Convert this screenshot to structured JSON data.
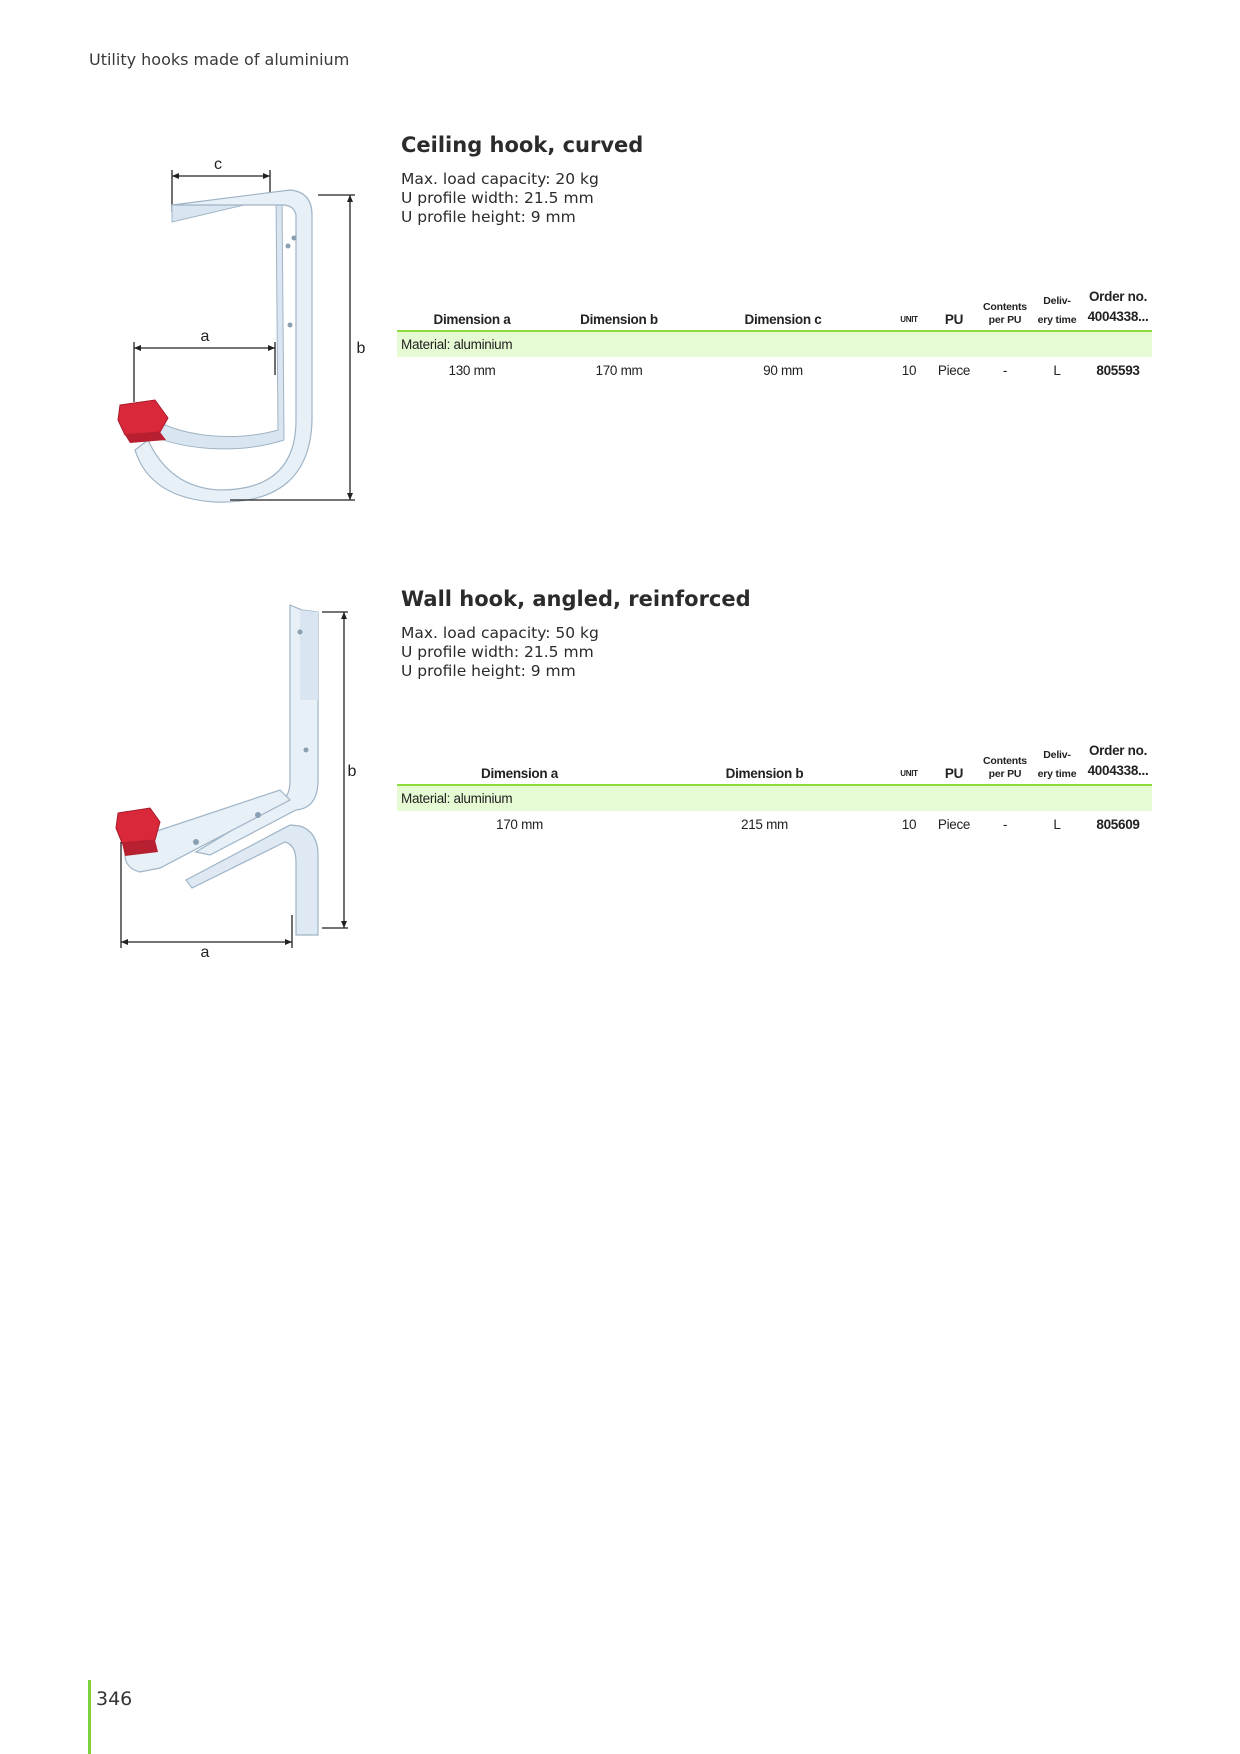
{
  "page": {
    "running_head": "Utility hooks made of aluminium",
    "page_number": "346"
  },
  "products": [
    {
      "title": "Ceiling hook, curved",
      "specs": [
        "Max. load capacity: 20 kg",
        "U profile width: 21.5 mm",
        "U profile height: 9 mm"
      ],
      "figure_labels": {
        "a": "a",
        "b": "b",
        "c": "c"
      },
      "table": {
        "headers": {
          "dim_a": "Dimension a",
          "dim_b": "Dimension b",
          "dim_c": "Dimension c",
          "unit": "UNIT",
          "pu": "PU",
          "contents_1": "Contents",
          "contents_2": "per PU",
          "delivery_1": "Deliv-",
          "delivery_2": "ery time",
          "order_1": "Order no.",
          "order_2": "4004338..."
        },
        "material": "Material: aluminium",
        "row": {
          "dim_a": "130 mm",
          "dim_b": "170 mm",
          "dim_c": "90 mm",
          "unit": "10",
          "pu": "Piece",
          "contents": "-",
          "delivery": "L",
          "order": "805593"
        }
      }
    },
    {
      "title": "Wall hook, angled, reinforced",
      "specs": [
        "Max. load capacity: 50 kg",
        "U profile width: 21.5 mm",
        "U profile height: 9 mm"
      ],
      "figure_labels": {
        "a": "a",
        "b": "b"
      },
      "table": {
        "headers": {
          "dim_a": "Dimension a",
          "dim_b": "Dimension b",
          "unit": "UNIT",
          "pu": "PU",
          "contents_1": "Contents",
          "contents_2": "per PU",
          "delivery_1": "Deliv-",
          "delivery_2": "ery time",
          "order_1": "Order no.",
          "order_2": "4004338..."
        },
        "material": "Material: aluminium",
        "row": {
          "dim_a": "170 mm",
          "dim_b": "215 mm",
          "unit": "10",
          "pu": "Piece",
          "contents": "-",
          "delivery": "L",
          "order": "805609"
        }
      }
    }
  ],
  "colors": {
    "accent_green": "#8edc3c",
    "row_highlight": "#e6fbd3",
    "hook_metal": "#e4eef6",
    "cap_red": "#d8283a"
  }
}
